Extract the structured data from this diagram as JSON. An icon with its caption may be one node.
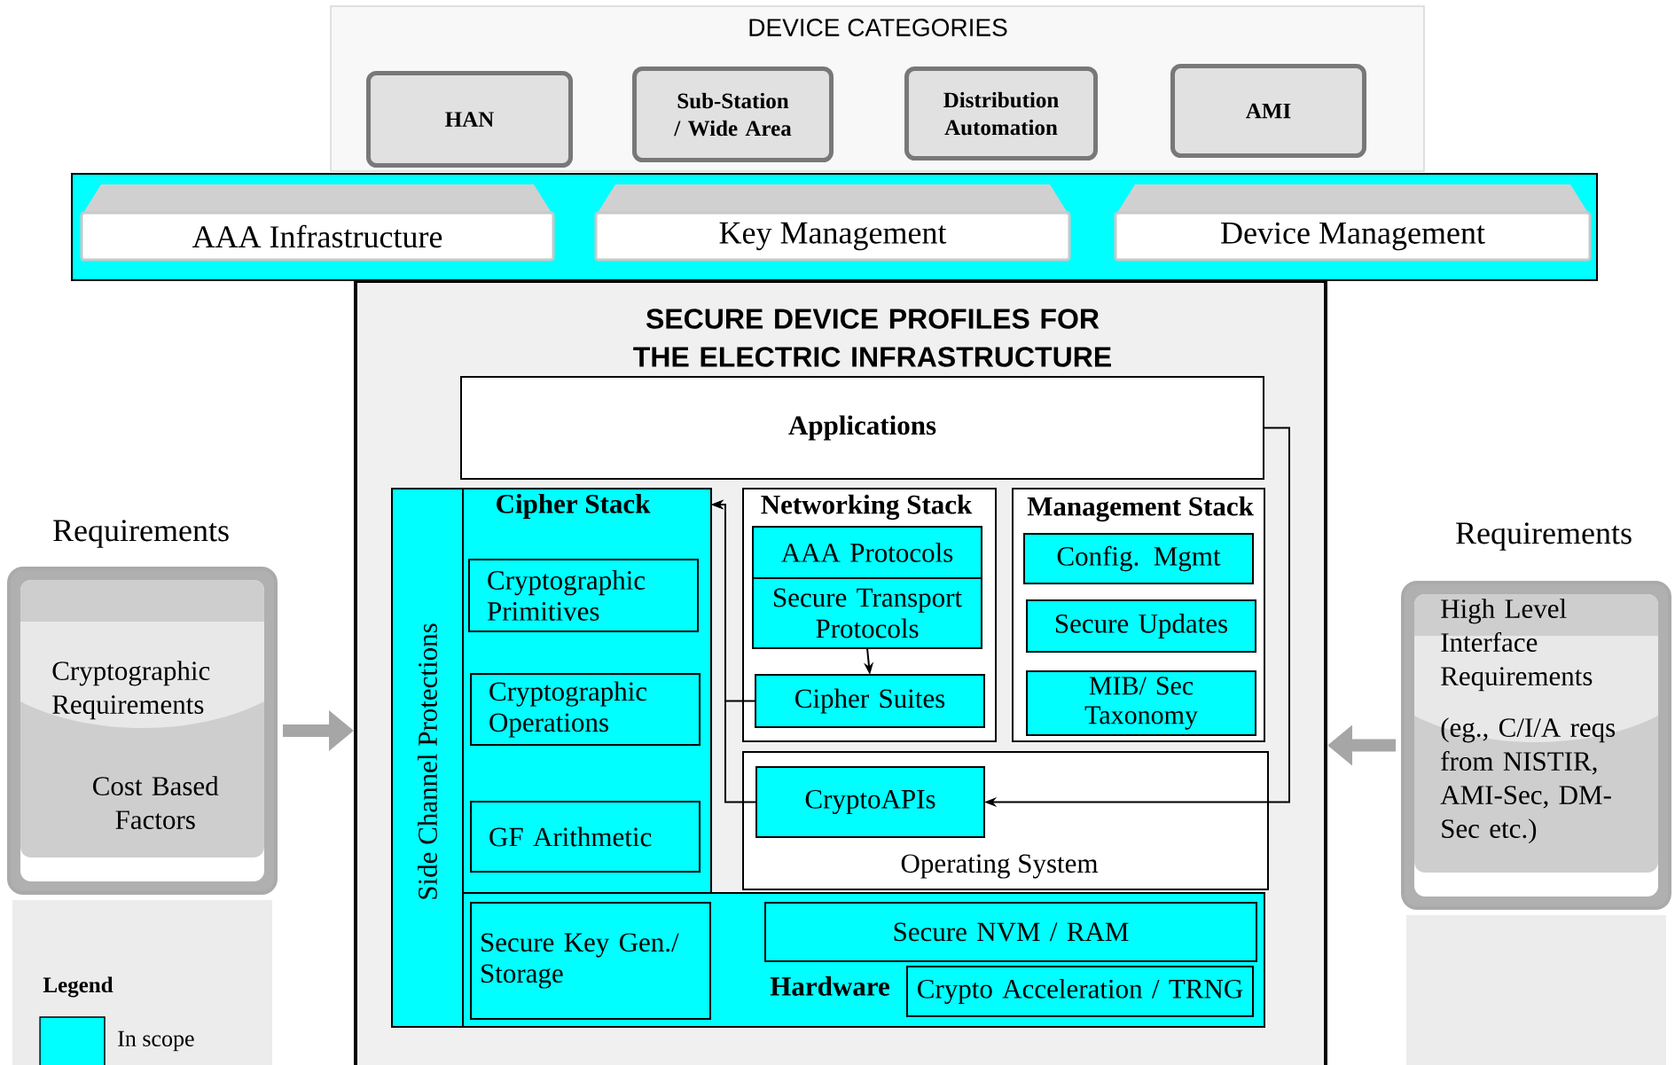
{
  "diagram": {
    "nodes": [
      {
        "text": [
          "DEVICE CATEGORIES"
        ]
      },
      {
        "text": [
          "HAN"
        ],
        "in": 0
      },
      {
        "text": [
          "Sub-Station / Wide Area"
        ],
        "in": 0
      },
      {
        "text": [
          "Distribution Automation"
        ],
        "in": 0
      },
      {
        "text": [
          "AMI"
        ],
        "in": 0
      },
      {
        "text": [],
        "shape": "box"
      },
      {
        "text": [
          "AAA Infrastructure"
        ],
        "in": 5
      },
      {
        "text": [
          "Key Management"
        ],
        "in": 5
      },
      {
        "text": [
          "Device Management"
        ],
        "in": 5
      },
      {
        "text": [
          "SECURE DEVICE PROFILES FOR THE ELECTRIC INFRASTRUCTURE"
        ]
      },
      {
        "text": [
          "Applications"
        ],
        "in": 9
      },
      {
        "text": [
          "Side Channel Protections"
        ],
        "in": 9
      },
      {
        "text": [
          "Cipher Stack"
        ],
        "in": 9
      },
      {
        "text": [
          "Cryptographic Primitives"
        ],
        "in": 12
      },
      {
        "text": [
          "Cryptographic Operations"
        ],
        "in": 12
      },
      {
        "text": [
          "GF Arithmetic"
        ],
        "in": 12
      },
      {
        "text": [
          "Networking Stack"
        ],
        "in": 9
      },
      {
        "text": [
          "AAA Protocols"
        ],
        "in": 16
      },
      {
        "text": [
          "Secure Transport Protocols"
        ],
        "in": 16
      },
      {
        "text": [
          "Cipher Suites"
        ],
        "in": 16
      },
      {
        "text": [
          "Management Stack"
        ],
        "in": 9
      },
      {
        "text": [
          "Config. Mgmt"
        ],
        "in": 20
      },
      {
        "text": [
          "Secure Updates"
        ],
        "in": 20
      },
      {
        "text": [
          "MIB/ Sec Taxonomy"
        ],
        "in": 20
      },
      {
        "text": [
          "Operating System"
        ],
        "in": 9
      },
      {
        "text": [
          "CryptoAPIs"
        ],
        "in": 24
      },
      {
        "text": [
          "Hardware"
        ],
        "in": 9
      },
      {
        "text": [
          "Secure Key Gen./ Storage"
        ],
        "in": 26
      },
      {
        "text": [
          "Secure NVM / RAM"
        ],
        "in": 26
      },
      {
        "text": [
          "Crypto Acceleration / TRNG"
        ],
        "in": 26
      },
      {
        "text": [
          "Requirements",
          "Cryptographic Requirements",
          "Cost Based Factors"
        ]
      },
      {
        "text": [
          "Requirements",
          "High Level Interface Requirements",
          "(eg., C/I/A reqs from NISTIR, AMI-Sec, DM-Sec etc.)"
        ]
      }
    ],
    "edges": [
      {
        "from": 18,
        "to": 19,
        "arrow": "to"
      },
      {
        "from": 19,
        "to": 12,
        "arrow": "to"
      },
      {
        "from": 25,
        "to": 12,
        "arrow": "to"
      },
      {
        "from": 10,
        "to": 25,
        "arrow": "to"
      },
      {
        "from": 30,
        "to": 9,
        "arrow": "to",
        "style": "thick",
        "color": "#a6a6a6"
      },
      {
        "from": 31,
        "to": 9,
        "arrow": "to",
        "style": "thick",
        "color": "#a6a6a6"
      }
    ],
    "labels": [
      "Legend"
    ],
    "legend": [
      {
        "text": "In scope",
        "color": "#00ffff"
      }
    ]
  }
}
